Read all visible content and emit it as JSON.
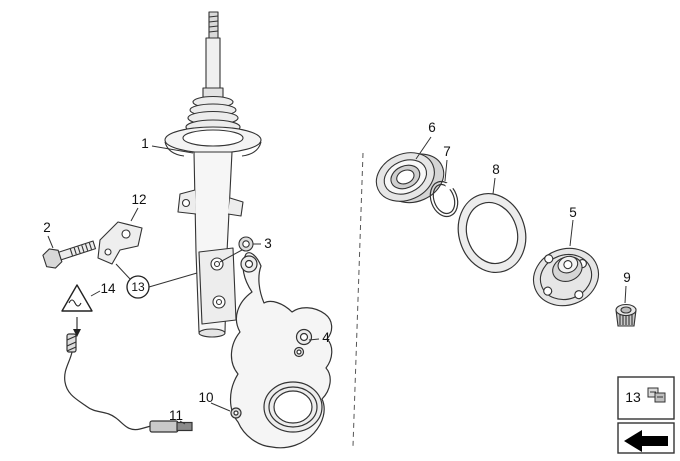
{
  "callouts": {
    "n1": "1",
    "n2": "2",
    "n3": "3",
    "n4": "4",
    "n5": "5",
    "n6": "6",
    "n7": "7",
    "n8": "8",
    "n9": "9",
    "n10": "10",
    "n11": "11",
    "n12": "12",
    "n13": "13",
    "n14": "14",
    "circled_13": "13"
  },
  "legend": {
    "ref_number": "13"
  },
  "icons": {
    "warning_triangle": "warning-triangle-icon",
    "clip": "clip-icon",
    "direction_arrow": "direction-arrow-icon"
  },
  "colors": {
    "background": "#ffffff",
    "line": "#333333",
    "fill_light": "#f4f4f4",
    "arrow_black": "#000000"
  }
}
